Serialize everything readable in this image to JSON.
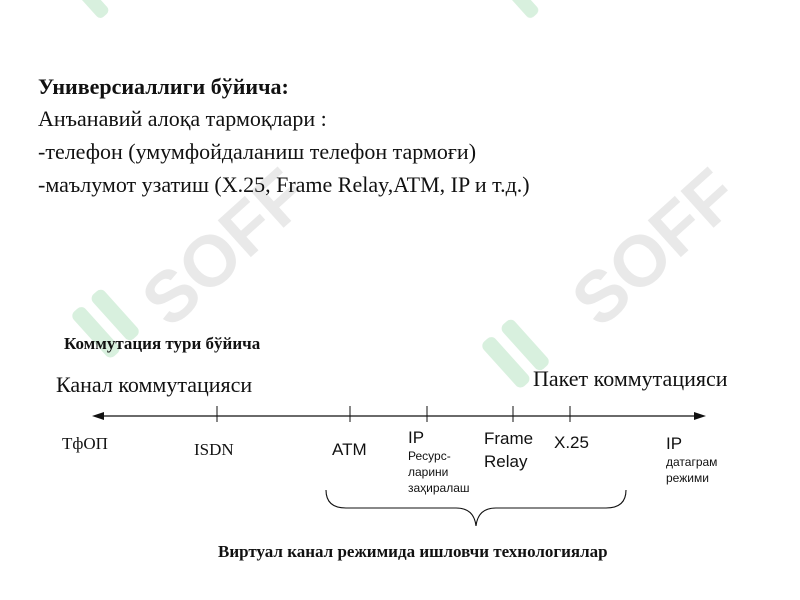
{
  "heading": "Универсиаллиги бўйича:",
  "lines": [
    "Анъанавий алоқа тармоқлари :",
    "-телефон (умумфойдаланиш телефон тармоғи)",
    "-маълумот узатиш (X.25, Frame Relay,ATM, IP и т.д.)"
  ],
  "switching_heading": "Коммутация тури бўйича",
  "circuit_switching": "Канал коммутацияси",
  "packet_switching": "Пакет коммутацияси",
  "scale": {
    "tfop": "ТфОП",
    "isdn": "ISDN",
    "atm": "ATM",
    "ip_reserve": {
      "title": "IP",
      "lines": [
        "Ресурс-",
        "ларини",
        "заҳиралаш"
      ]
    },
    "frame_relay": [
      "Frame",
      "Relay"
    ],
    "x25": "X.25",
    "ip_datagram": {
      "title": "IP",
      "lines": [
        "датаграм",
        "режими"
      ]
    }
  },
  "virtual_channel_caption": "Виртуал канал режимида ишловчи технологиялар",
  "colors": {
    "text": "#111111",
    "watermark_green": "#b9e4c4",
    "watermark_gray": "#d8d8d8"
  }
}
